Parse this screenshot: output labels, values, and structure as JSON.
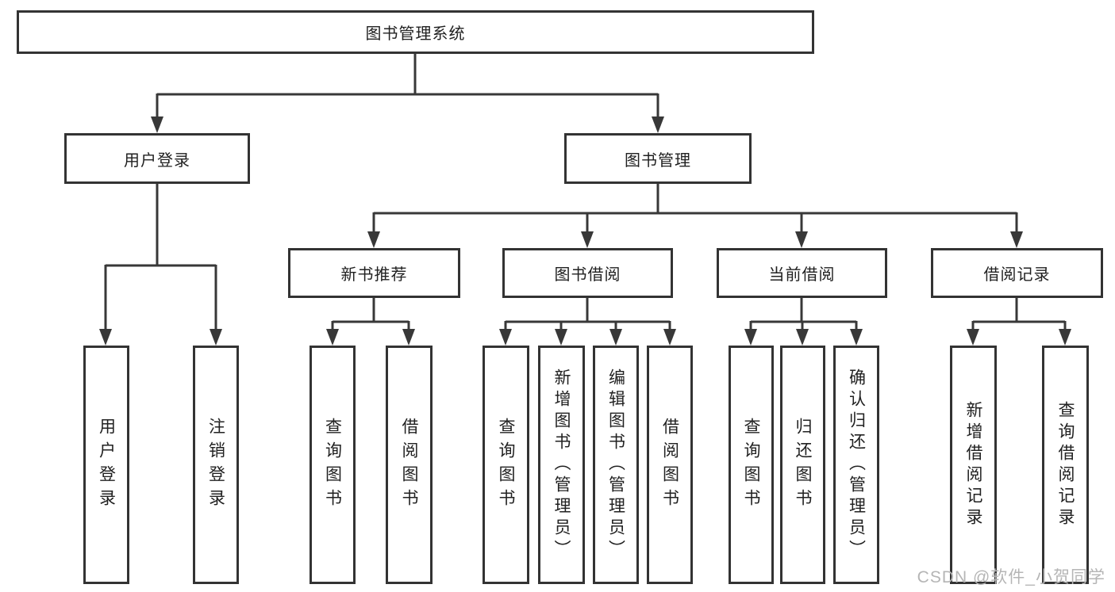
{
  "tree": {
    "label": "图书管理系统",
    "children": [
      {
        "label": "用户登录",
        "children": [
          {
            "label": "用户登录"
          },
          {
            "label": "注销登录"
          }
        ]
      },
      {
        "label": "图书管理",
        "children": [
          {
            "label": "新书推荐",
            "children": [
              {
                "label": "查询图书"
              },
              {
                "label": "借阅图书"
              }
            ]
          },
          {
            "label": "图书借阅",
            "children": [
              {
                "label": "查询图书"
              },
              {
                "label": "新增图书（管理员）"
              },
              {
                "label": "编辑图书（管理员）"
              },
              {
                "label": "借阅图书"
              }
            ]
          },
          {
            "label": "当前借阅",
            "children": [
              {
                "label": "查询图书"
              },
              {
                "label": "归还图书"
              },
              {
                "label": "确认归还（管理员）"
              }
            ]
          },
          {
            "label": "借阅记录",
            "children": [
              {
                "label": "新增借阅记录"
              },
              {
                "label": "查询借阅记录"
              }
            ]
          }
        ]
      }
    ]
  },
  "watermark": "CSDN @软件_小贺同学",
  "colors": {
    "line": "#383838",
    "box_border": "#333333",
    "text": "#212121",
    "watermark": "#b5b5b5",
    "background": "#ffffff"
  }
}
